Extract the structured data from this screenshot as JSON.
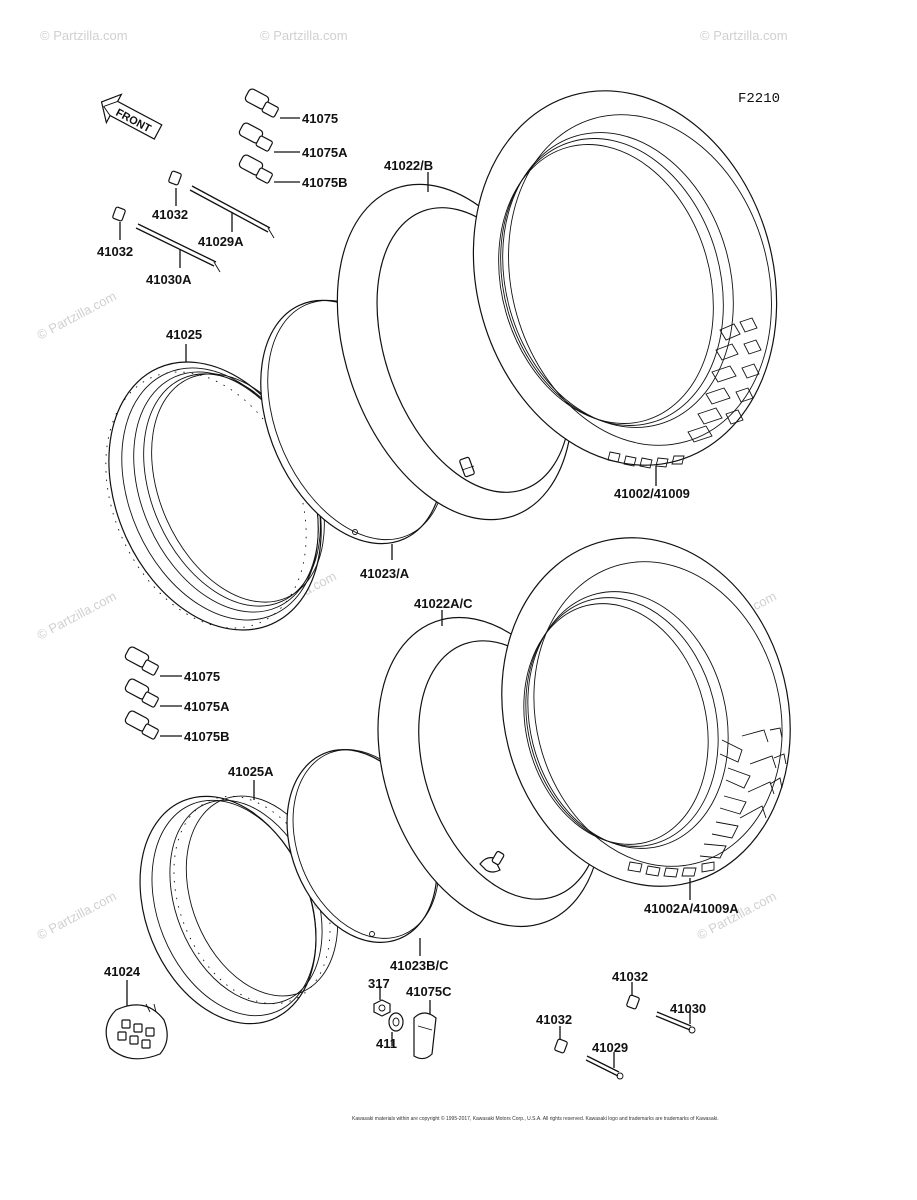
{
  "diagram_code": "F2210",
  "front_label": "FRONT",
  "watermark": "© Partzilla.com",
  "copyright": "Kawasaki materials within are copyright © 1995-2017, Kawasaki Motors Corp., U.S.A. All rights reserved. Kawasaki logo and trademarks are trademarks of Kawasaki.",
  "labels": {
    "p41075_top": "41075",
    "p41075A_top": "41075A",
    "p41075B_top": "41075B",
    "p41022B": "41022/B",
    "p41032_a": "41032",
    "p41029A": "41029A",
    "p41032_b": "41032",
    "p41030A": "41030A",
    "p41025": "41025",
    "p41002": "41002/41009",
    "p41023A": "41023/A",
    "p41022AC": "41022A/C",
    "p41075_bot": "41075",
    "p41075A_bot": "41075A",
    "p41075B_bot": "41075B",
    "p41025A": "41025A",
    "p41002A": "41002A/41009A",
    "p41023BC": "41023B/C",
    "p41024": "41024",
    "p317": "317",
    "p41075C": "41075C",
    "p411": "411",
    "p41032_c": "41032",
    "p41030": "41030",
    "p41032_d": "41032",
    "p41029": "41029"
  }
}
